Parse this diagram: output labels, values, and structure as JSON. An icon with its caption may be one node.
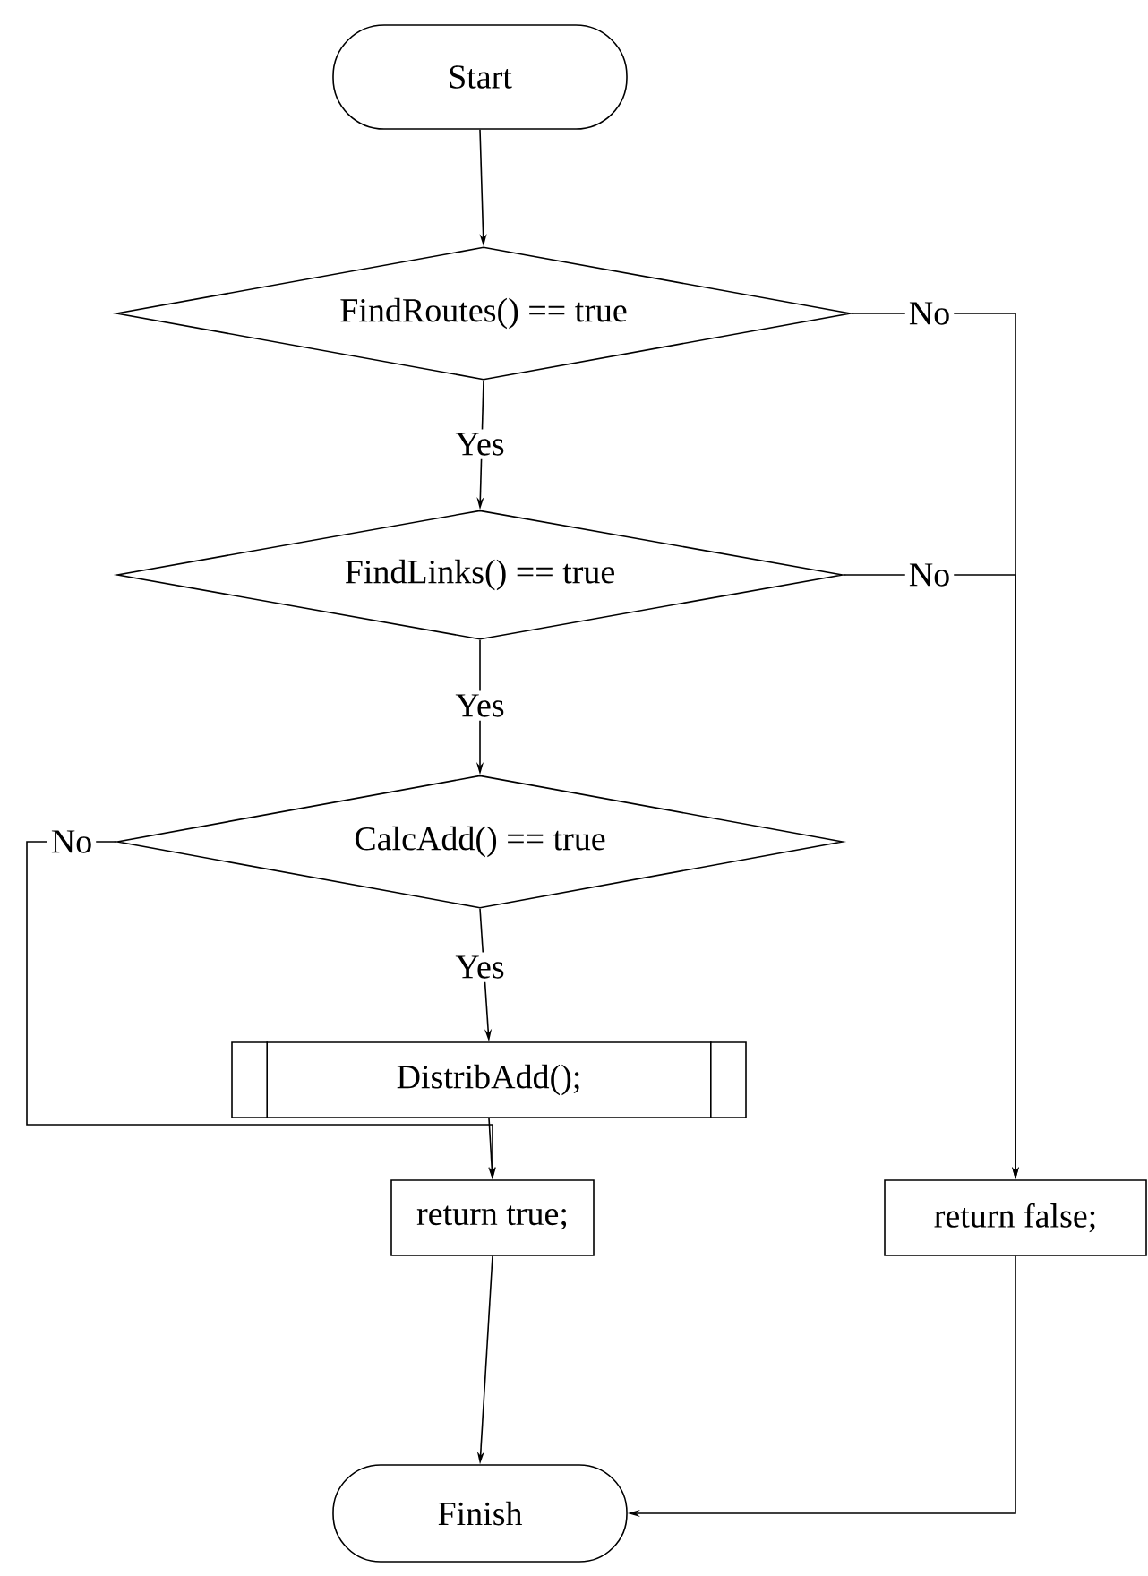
{
  "diagram": {
    "nodes": [
      {
        "text": [
          "Start"
        ]
      },
      {
        "text": [
          "FindRoutes() == true"
        ]
      },
      {
        "text": [
          "FindLinks() == true"
        ]
      },
      {
        "text": [
          "CalcAdd() == true"
        ]
      },
      {
        "text": [
          "DistribAdd();"
        ]
      },
      {
        "text": [
          "return true;"
        ]
      },
      {
        "text": [
          "return false;"
        ]
      },
      {
        "text": [
          "Finish"
        ]
      }
    ],
    "edges": [
      {
        "from": 0,
        "to": 1,
        "arrow": "to"
      },
      {
        "from": 1,
        "to": 6,
        "arrow": "to",
        "label": "No"
      },
      {
        "from": 1,
        "to": 2,
        "arrow": "to",
        "label": "Yes"
      },
      {
        "from": 2,
        "to": 6,
        "arrow": "to",
        "label": "No"
      },
      {
        "from": 2,
        "to": 3,
        "arrow": "to",
        "label": "Yes"
      },
      {
        "from": 3,
        "to": 4,
        "arrow": "to",
        "label": "Yes"
      },
      {
        "from": 3,
        "to": 5,
        "arrow": "to",
        "label": "No"
      },
      {
        "from": 4,
        "to": 5,
        "arrow": "to"
      },
      {
        "from": 5,
        "to": 7,
        "arrow": "to"
      },
      {
        "from": 6,
        "to": 7,
        "arrow": "to"
      }
    ]
  }
}
